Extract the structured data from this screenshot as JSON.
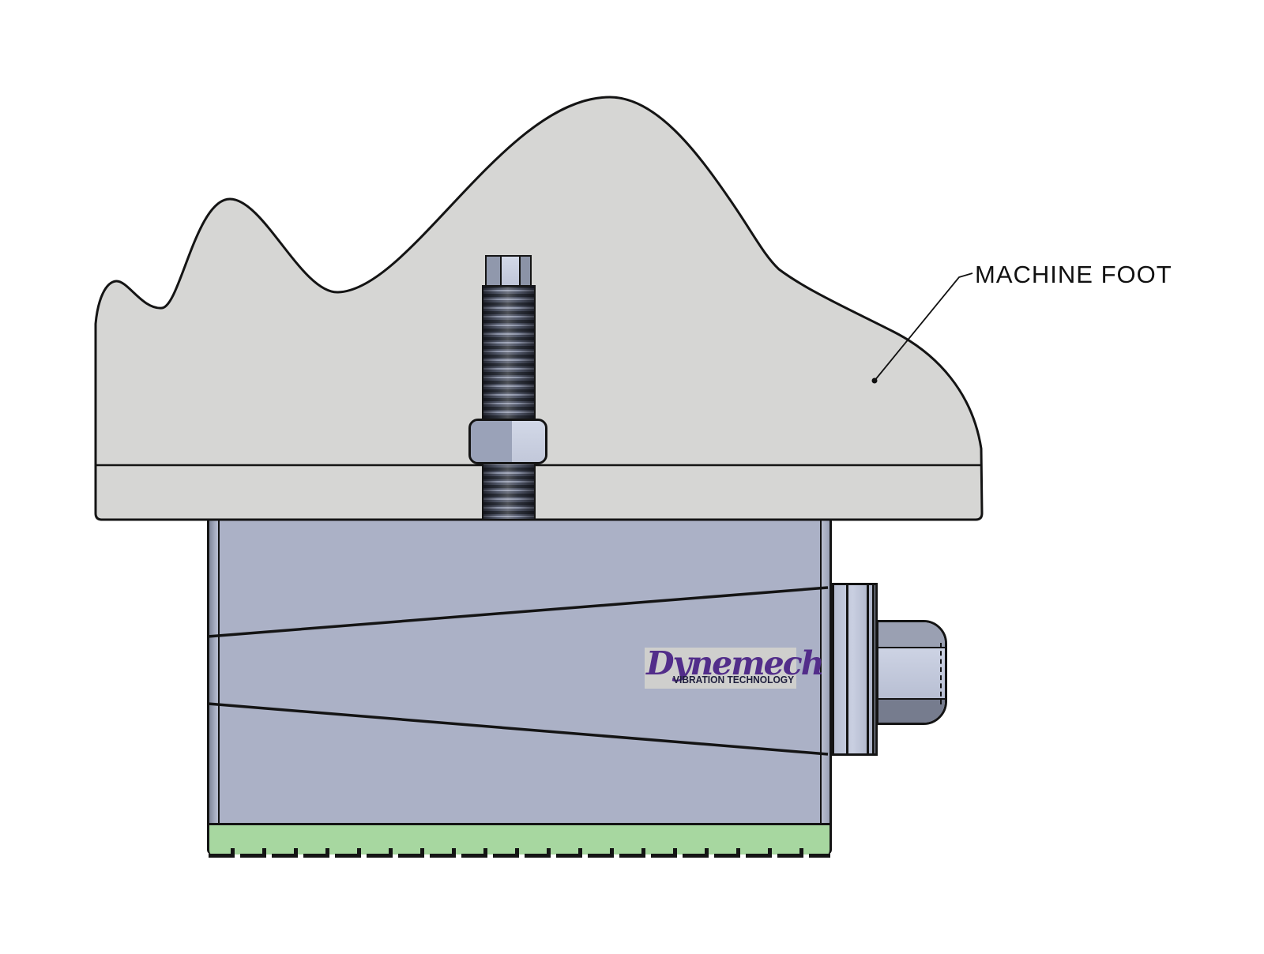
{
  "annotation": {
    "machine_foot_label": "MACHINE FOOT"
  },
  "logo": {
    "brand": "Dynemech",
    "tagline": "VIBRATION TECHNOLOGY"
  },
  "colors": {
    "outline": "#141414",
    "foot_fill": "#d6d6d4",
    "body_fill": "#abb1c6",
    "strip_fill": "#9fa6bb",
    "green_fill": "#a7d7a0",
    "steel_light": "#c9cfe1",
    "steel_mid": "#9aa2b8",
    "steel_dark": "#767c8e",
    "thread_dark": "#23272f",
    "thread_light": "#8f96aa",
    "logo_purple": "#522d8a",
    "logo_bg": "#cfcfcd",
    "logo_tagline": "#1f1f3d",
    "label_text": "#111111"
  }
}
